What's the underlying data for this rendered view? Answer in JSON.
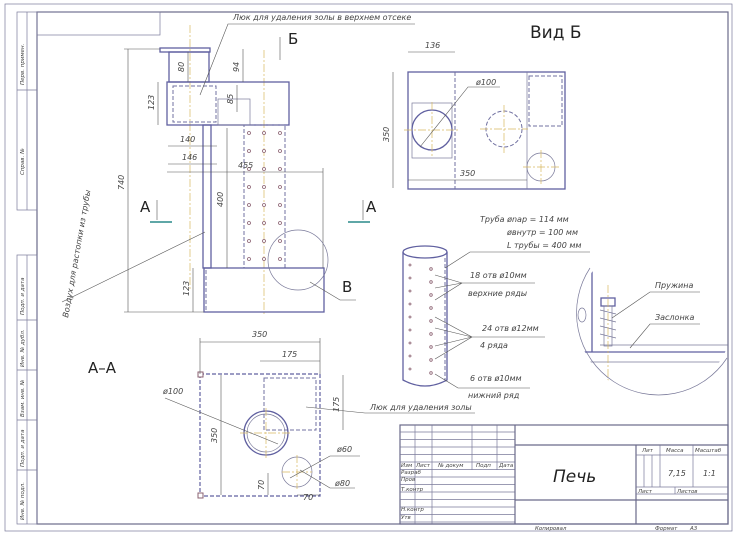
{
  "drawing": {
    "title": "Печь",
    "left_strip": [
      "Перв. примен.",
      "Справ. №",
      "Подп. и дата",
      "Инв. № дубл.",
      "Взам. инв. №",
      "Подп. и дата",
      "Инв. № подл."
    ],
    "front_view": {
      "label_b": "Б",
      "label_a_left": "А",
      "label_a_right": "А",
      "label_detail": "В",
      "note_top": "Люк для удаления золы в верхнем отсеке",
      "note_air": "Воздух для растопки из трубы",
      "dims": {
        "d80": "80",
        "d94": "94",
        "d123_top": "123",
        "d85": "85",
        "d140": "140",
        "d146": "146",
        "d455": "455",
        "d740": "740",
        "d400": "400",
        "d123_bottom": "123"
      }
    },
    "view_b": {
      "title": "Вид Б",
      "dims": {
        "d136": "136",
        "d350_v": "350",
        "d350_h": "350",
        "dia100": "ø100"
      }
    },
    "pipe": {
      "spec": [
        "Труба ønар = 114 мм",
        "øвнутр = 100 мм",
        "L трубы = 400 мм"
      ],
      "holes": [
        {
          "count": "18 отв ø10мм",
          "desc": "верхние ряды"
        },
        {
          "count": "24 отв ø12мм",
          "desc": "4 ряда"
        },
        {
          "count": "6 отв ø10мм",
          "desc": "нижний ряд"
        }
      ]
    },
    "detail_b": {
      "spring": "Пружина",
      "damper": "Заслонка"
    },
    "section_aa": {
      "title": "А–А",
      "note": "Люк для удаления золы",
      "dims": {
        "d350_h": "350",
        "d175_h": "175",
        "d175_v": "175",
        "d350_v": "350",
        "dia100": "ø100",
        "dia60": "ø60",
        "dia80": "ø80",
        "d70_v": "70",
        "d70_h": "70"
      }
    },
    "title_block": {
      "headers": [
        "Изм",
        "Лист",
        "№ докум",
        "Подп",
        "Дата"
      ],
      "rows": [
        "Разраб",
        "Пров",
        "Т.контр",
        "",
        "Н.контр",
        "Утв"
      ],
      "lit": "Лит",
      "mass_label": "Масса",
      "scale_label": "Масштаб",
      "mass": "7,15",
      "scale": "1:1",
      "sheet": "Лист",
      "sheets": "Листов",
      "copied": "Копировал",
      "format": "Формат",
      "format_value": "А3"
    }
  }
}
